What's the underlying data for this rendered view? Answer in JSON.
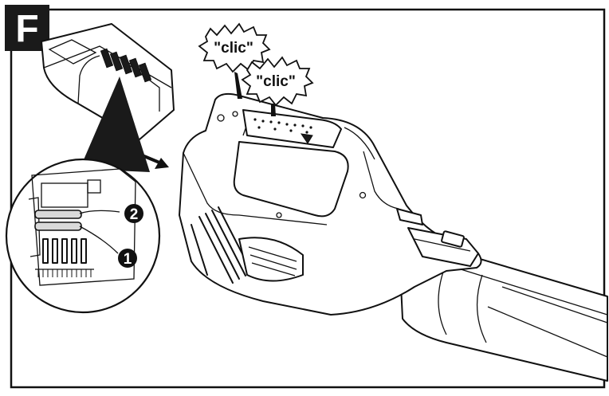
{
  "figure": {
    "step_letter": "F",
    "click_sound_1": "\"clic\"",
    "click_sound_2": "\"clic\"",
    "callout_1": "1",
    "callout_2": "2"
  },
  "colors": {
    "line": "#111111",
    "background": "#ffffff",
    "tab_background": "#1a1a1a",
    "tab_text": "#ffffff"
  }
}
